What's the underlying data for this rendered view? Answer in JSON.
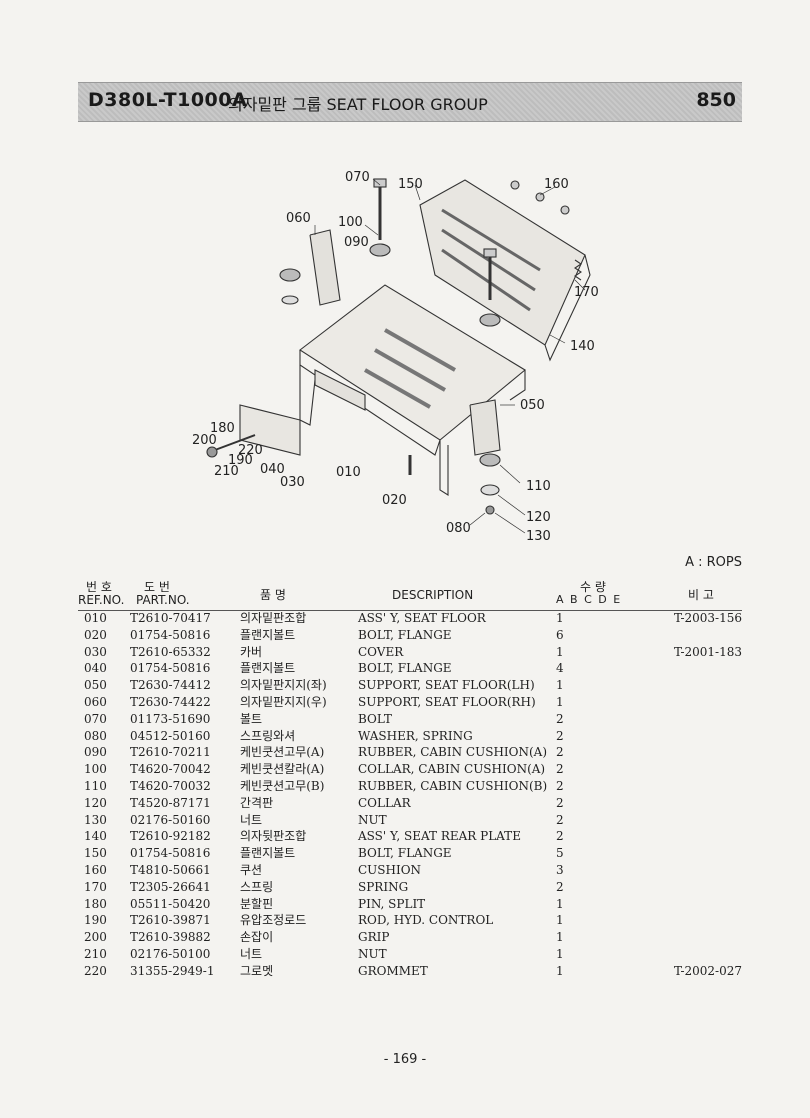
{
  "header": {
    "model": "D380L-T1000A",
    "title": "의자밑판 그룹 SEAT FLOOR GROUP",
    "page_number": "850"
  },
  "diagram": {
    "callouts": [
      "070",
      "150",
      "160",
      "060",
      "100",
      "090",
      "170",
      "140",
      "050",
      "180",
      "200",
      "220",
      "190",
      "210",
      "040",
      "030",
      "010",
      "020",
      "110",
      "080",
      "120",
      "130"
    ]
  },
  "note": "A : ROPS",
  "table": {
    "headers": {
      "ref_kor": "번 호",
      "ref": "REF.NO.",
      "part_kor": "도 번",
      "part": "PART.NO.",
      "name_kor": "품 명",
      "description": "DESCRIPTION",
      "qty_kor": "수 량",
      "qty_cols": "A B C D E",
      "remark_kor": "비 고"
    },
    "rows": [
      {
        "ref": "010",
        "part": "T2610-70417",
        "kor": "의자밑판조합",
        "desc": "ASS' Y, SEAT FLOOR",
        "qty": "1",
        "note": "T-2003-156"
      },
      {
        "ref": "020",
        "part": "01754-50816",
        "kor": "플랜지볼트",
        "desc": "BOLT, FLANGE",
        "qty": "6",
        "note": ""
      },
      {
        "ref": "030",
        "part": "T2610-65332",
        "kor": "카버",
        "desc": "COVER",
        "qty": "1",
        "note": "T-2001-183"
      },
      {
        "ref": "040",
        "part": "01754-50816",
        "kor": "플랜지볼트",
        "desc": "BOLT, FLANGE",
        "qty": "4",
        "note": ""
      },
      {
        "ref": "050",
        "part": "T2630-74412",
        "kor": "의자밑판지지(좌)",
        "desc": "SUPPORT, SEAT FLOOR(LH)",
        "qty": "1",
        "note": ""
      },
      {
        "ref": "060",
        "part": "T2630-74422",
        "kor": "의자밑판지지(우)",
        "desc": "SUPPORT, SEAT FLOOR(RH)",
        "qty": "1",
        "note": ""
      },
      {
        "ref": "070",
        "part": "01173-51690",
        "kor": "볼트",
        "desc": "BOLT",
        "qty": "2",
        "note": ""
      },
      {
        "ref": "080",
        "part": "04512-50160",
        "kor": "스프링와셔",
        "desc": "WASHER, SPRING",
        "qty": "2",
        "note": ""
      },
      {
        "ref": "090",
        "part": "T2610-70211",
        "kor": "케빈쿳션고무(A)",
        "desc": "RUBBER, CABIN CUSHION(A)",
        "qty": "2",
        "note": ""
      },
      {
        "ref": "100",
        "part": "T4620-70042",
        "kor": "케빈쿳션칼라(A)",
        "desc": "COLLAR, CABIN CUSHION(A)",
        "qty": "2",
        "note": ""
      },
      {
        "ref": "110",
        "part": "T4620-70032",
        "kor": "케빈쿳션고무(B)",
        "desc": "RUBBER, CABIN CUSHION(B)",
        "qty": "2",
        "note": ""
      },
      {
        "ref": "120",
        "part": "T4520-87171",
        "kor": "간격판",
        "desc": "COLLAR",
        "qty": "2",
        "note": ""
      },
      {
        "ref": "130",
        "part": "02176-50160",
        "kor": "너트",
        "desc": "NUT",
        "qty": "2",
        "note": ""
      },
      {
        "ref": "140",
        "part": "T2610-92182",
        "kor": "의자뒷판조합",
        "desc": "ASS' Y, SEAT REAR PLATE",
        "qty": "2",
        "note": ""
      },
      {
        "ref": "150",
        "part": "01754-50816",
        "kor": "플랜지볼트",
        "desc": "BOLT, FLANGE",
        "qty": "5",
        "note": ""
      },
      {
        "ref": "160",
        "part": "T4810-50661",
        "kor": "쿠션",
        "desc": "CUSHION",
        "qty": "3",
        "note": ""
      },
      {
        "ref": "170",
        "part": "T2305-26641",
        "kor": "스프링",
        "desc": "SPRING",
        "qty": "2",
        "note": ""
      },
      {
        "ref": "180",
        "part": "05511-50420",
        "kor": "분할핀",
        "desc": "PIN, SPLIT",
        "qty": "1",
        "note": ""
      },
      {
        "ref": "190",
        "part": "T2610-39871",
        "kor": "유압조정로드",
        "desc": "ROD, HYD. CONTROL",
        "qty": "1",
        "note": ""
      },
      {
        "ref": "200",
        "part": "T2610-39882",
        "kor": "손잡이",
        "desc": "GRIP",
        "qty": "1",
        "note": ""
      },
      {
        "ref": "210",
        "part": "02176-50100",
        "kor": "너트",
        "desc": "NUT",
        "qty": "1",
        "note": ""
      },
      {
        "ref": "220",
        "part": "31355-2949-1",
        "kor": "그로멧",
        "desc": "GROMMET",
        "qty": "1",
        "note": "T-2002-027"
      }
    ]
  },
  "footer": {
    "page": "- 169 -"
  }
}
